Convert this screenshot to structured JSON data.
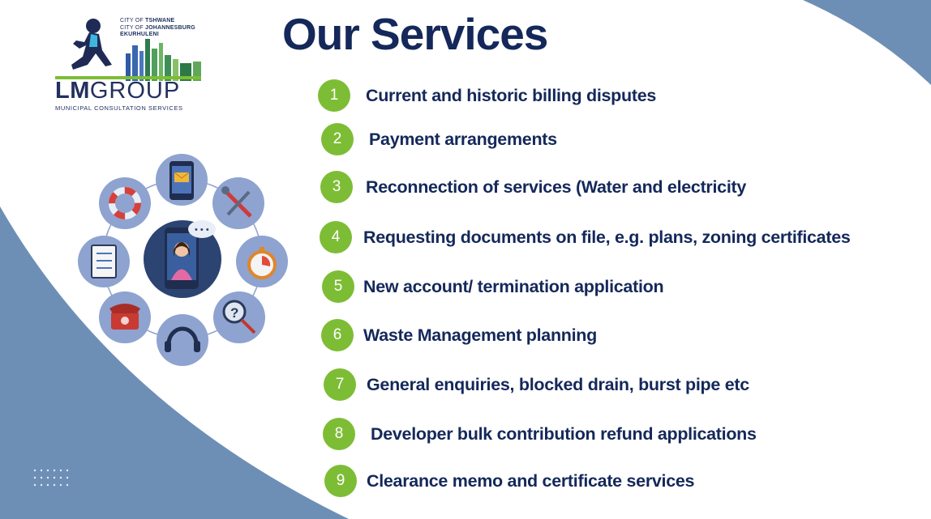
{
  "title": "Our Services",
  "logo": {
    "cities": [
      "CITY OF ",
      "TSHWANE",
      "CITY OF ",
      "JOHANNESBURG",
      "EKURHULENI"
    ],
    "main_lm": "LM",
    "main_group": "GROUP",
    "subtitle": "MUNICIPAL CONSULTATION SERVICES"
  },
  "services": [
    {
      "num": "1",
      "label": "Current and historic billing disputes"
    },
    {
      "num": "2",
      "label": "Payment arrangements"
    },
    {
      "num": "3",
      "label": "Reconnection of services (Water and electricity"
    },
    {
      "num": "4",
      "label": "Requesting documents on file, e.g. plans, zoning certificates"
    },
    {
      "num": "5",
      "label": "New account/ termination application"
    },
    {
      "num": "6",
      "label": "Waste Management planning"
    },
    {
      "num": "7",
      "label": "General enquiries, blocked drain, burst pipe etc"
    },
    {
      "num": "8",
      "label": "Developer bulk contribution refund applications"
    },
    {
      "num": "9",
      "label": "Clearance memo and certificate services"
    }
  ],
  "hub_icons": [
    "envelope-phone-icon",
    "tools-icon",
    "stopwatch-icon",
    "magnifier-question-icon",
    "headset-icon",
    "telephone-icon",
    "checklist-icon",
    "lifebuoy-icon",
    "support-agent-icon"
  ],
  "colors": {
    "navy": "#14285a",
    "green": "#7dbd35",
    "blue": "#6e8fb5",
    "circle": "#8ea3cf"
  }
}
